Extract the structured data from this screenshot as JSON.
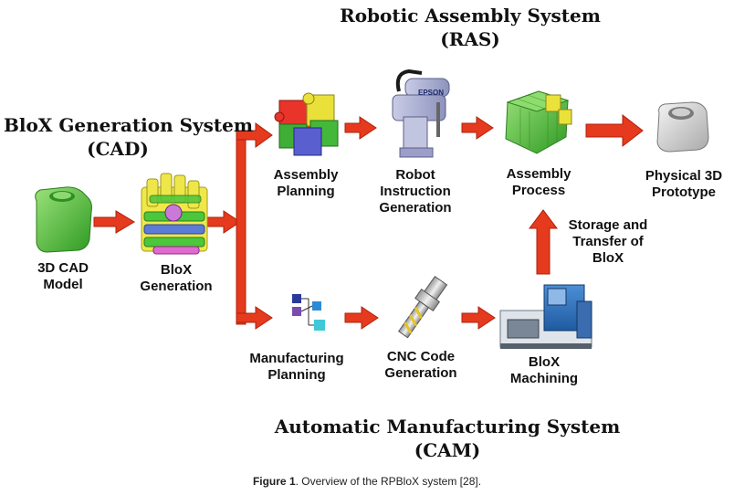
{
  "titles": {
    "ras": [
      "Robotic Assembly System",
      "(RAS)"
    ],
    "cad": [
      "BloX Generation System",
      "(CAD)"
    ],
    "cam": [
      "Automatic Manufacturing System",
      "(CAM)"
    ]
  },
  "labels": {
    "cad_model": [
      "3D CAD",
      "Model"
    ],
    "blox_generation": [
      "BloX",
      "Generation"
    ],
    "assembly_planning": [
      "Assembly",
      "Planning"
    ],
    "robot_instruction": [
      "Robot",
      "Instruction",
      "Generation"
    ],
    "assembly_process": [
      "Assembly",
      "Process"
    ],
    "physical_prototype": [
      "Physical 3D",
      "Prototype"
    ],
    "manufacturing_planning": [
      "Manufacturing",
      "Planning"
    ],
    "cnc_code": [
      "CNC Code",
      "Generation"
    ],
    "blox_machining": [
      "BloX",
      "Machining"
    ],
    "storage_transfer": [
      "Storage and",
      "Transfer of",
      "BloX"
    ]
  },
  "robot_brand": "EPSON",
  "caption": {
    "figure": "Figure 1",
    "text": ". Overview of the RPBloX system [28]."
  },
  "colors": {
    "arrow": "#e53a1d",
    "arrow_outline": "#b0200a",
    "green": "#4fc23a",
    "yellow": "#e7e23a"
  }
}
